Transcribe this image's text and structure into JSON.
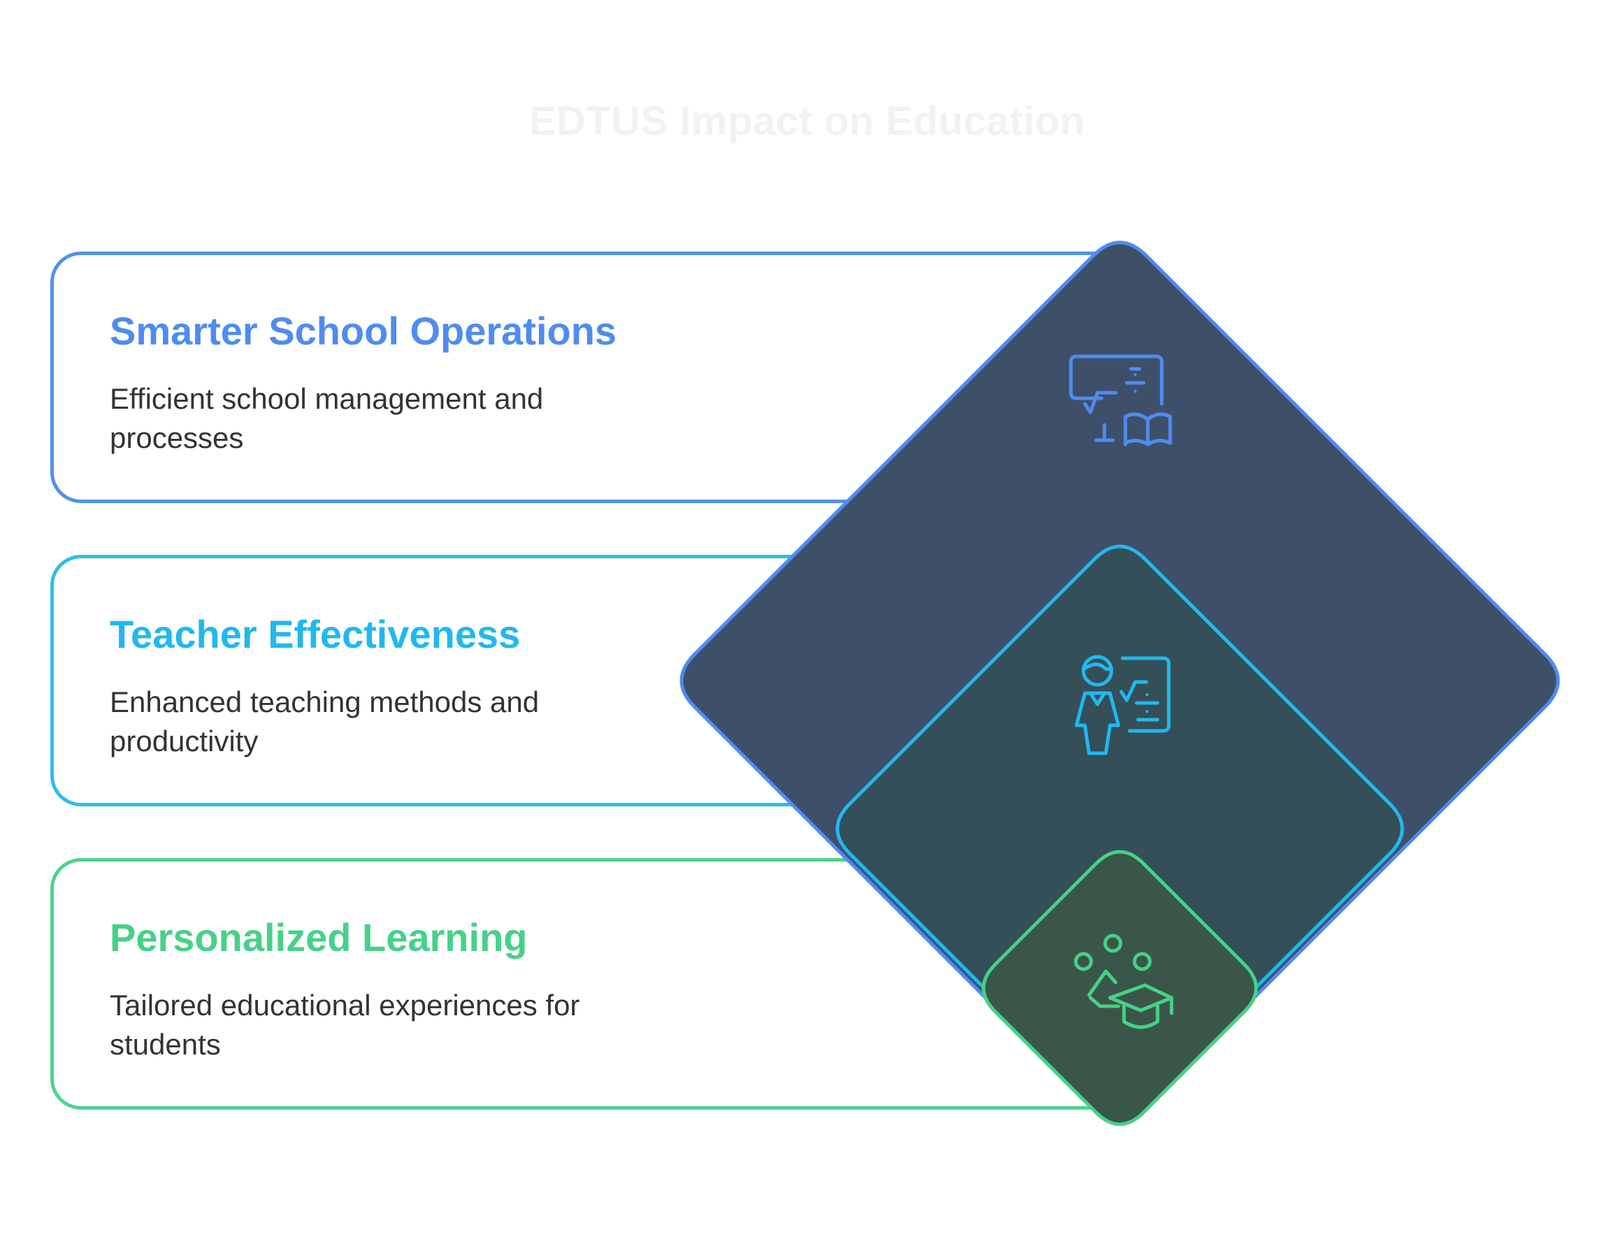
{
  "title": "EDTUS Impact on Education",
  "items": [
    {
      "title": "Smarter School Operations",
      "description": "Efficient school management and processes",
      "icon": "teaching-screen-book-icon",
      "color": "#4f8cf0"
    },
    {
      "title": "Teacher Effectiveness",
      "description": "Enhanced teaching methods and productivity",
      "icon": "teacher-board-icon",
      "color": "#21b8ee"
    },
    {
      "title": "Personalized Learning",
      "description": "Tailored educational experiences for students",
      "icon": "students-graduation-cap-icon",
      "color": "#46d189"
    }
  ]
}
